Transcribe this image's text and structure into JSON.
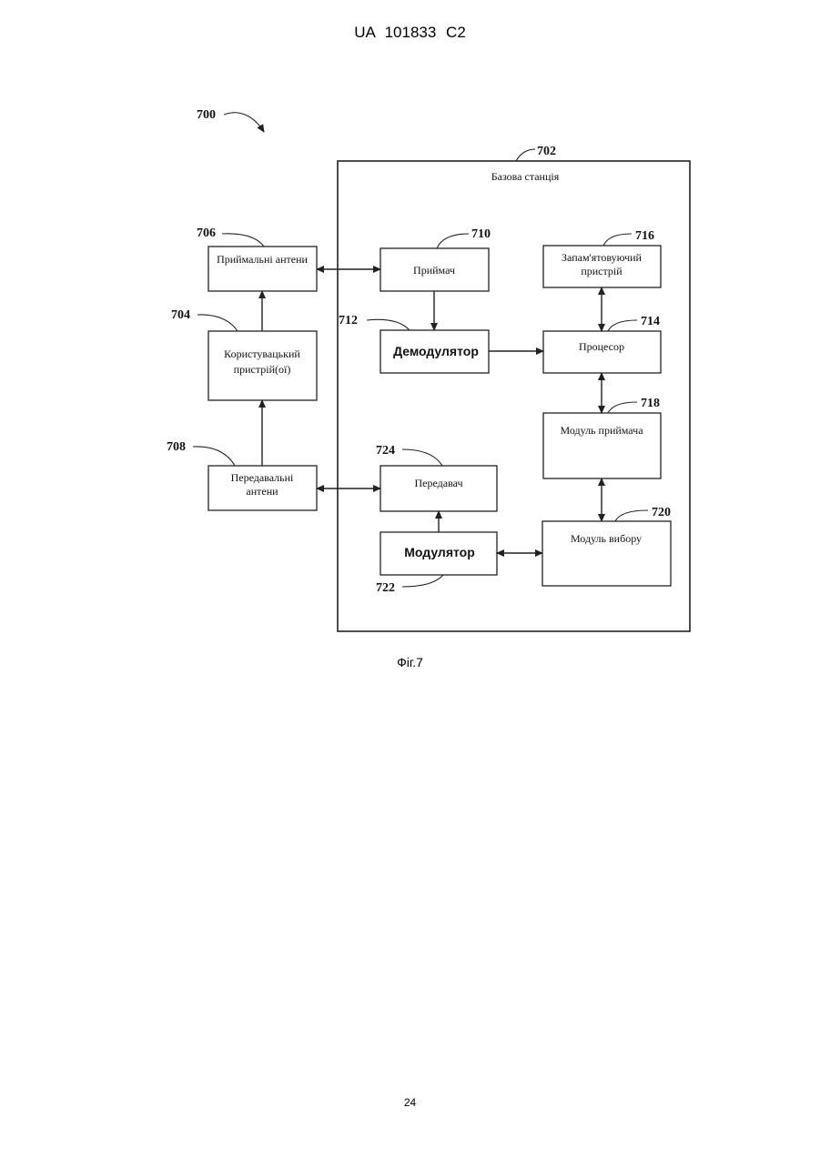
{
  "header": {
    "text": "UA   101833   C2"
  },
  "figure": {
    "caption": "Фіг.7",
    "refs": {
      "r700": "700",
      "r702": "702",
      "r704": "704",
      "r706": "706",
      "r708": "708",
      "r710": "710",
      "r712": "712",
      "r714": "714",
      "r716": "716",
      "r718": "718",
      "r720": "720",
      "r722": "722",
      "r724": "724"
    },
    "blocks": {
      "base_station": "Базова станція",
      "receive_antennas": "Приймальні антени",
      "user_devices_l1": "Користувацький",
      "user_devices_l2": "пристрій(ої)",
      "transmit_antennas_l1": "Передавальні",
      "transmit_antennas_l2": "антени",
      "receiver": "Приймач",
      "demodulator": "Демодулятор",
      "memory_l1": "Запам'ятовуючий",
      "memory_l2": "пристрій",
      "processor": "Процесор",
      "receiver_module": "Модуль приймача",
      "selection_module": "Модуль вибору",
      "transmitter": "Передавач",
      "modulator": "Модулятор"
    }
  },
  "footer": {
    "page_number": "24"
  }
}
